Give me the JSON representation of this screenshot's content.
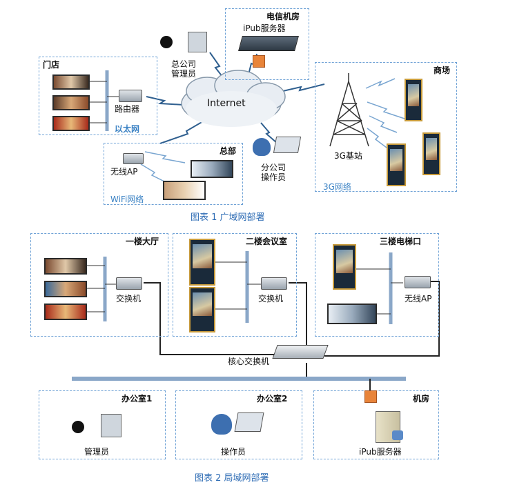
{
  "diagram1": {
    "caption": "图表 1 广域网部署",
    "telecom_room": {
      "title": "电信机房",
      "server": "iPub服务器"
    },
    "hq_admin": {
      "label_line1": "总公司",
      "label_line2": "管理员"
    },
    "store": {
      "title": "门店",
      "router": "路由器",
      "network": "以太网"
    },
    "internet": "Internet",
    "mall": {
      "title": "商场",
      "base_station": "3G基站",
      "network": "3G网络"
    },
    "headquarters": {
      "title": "总部",
      "ap": "无线AP",
      "network": "WiFi网络"
    },
    "branch_operator": {
      "label_line1": "分公司",
      "label_line2": "操作员"
    }
  },
  "diagram2": {
    "caption": "图表  2 局域网部署",
    "floor1": {
      "title": "一楼大厅",
      "switch": "交换机"
    },
    "floor2": {
      "title": "二楼会议室",
      "switch": "交换机"
    },
    "floor3": {
      "title": "三楼电梯口",
      "ap": "无线AP"
    },
    "core_switch": "核心交换机",
    "office1": {
      "title": "办公室1",
      "person": "管理员"
    },
    "office2": {
      "title": "办公室2",
      "person": "操作员"
    },
    "machine_room": {
      "title": "机房",
      "server": "iPub服务器"
    }
  }
}
